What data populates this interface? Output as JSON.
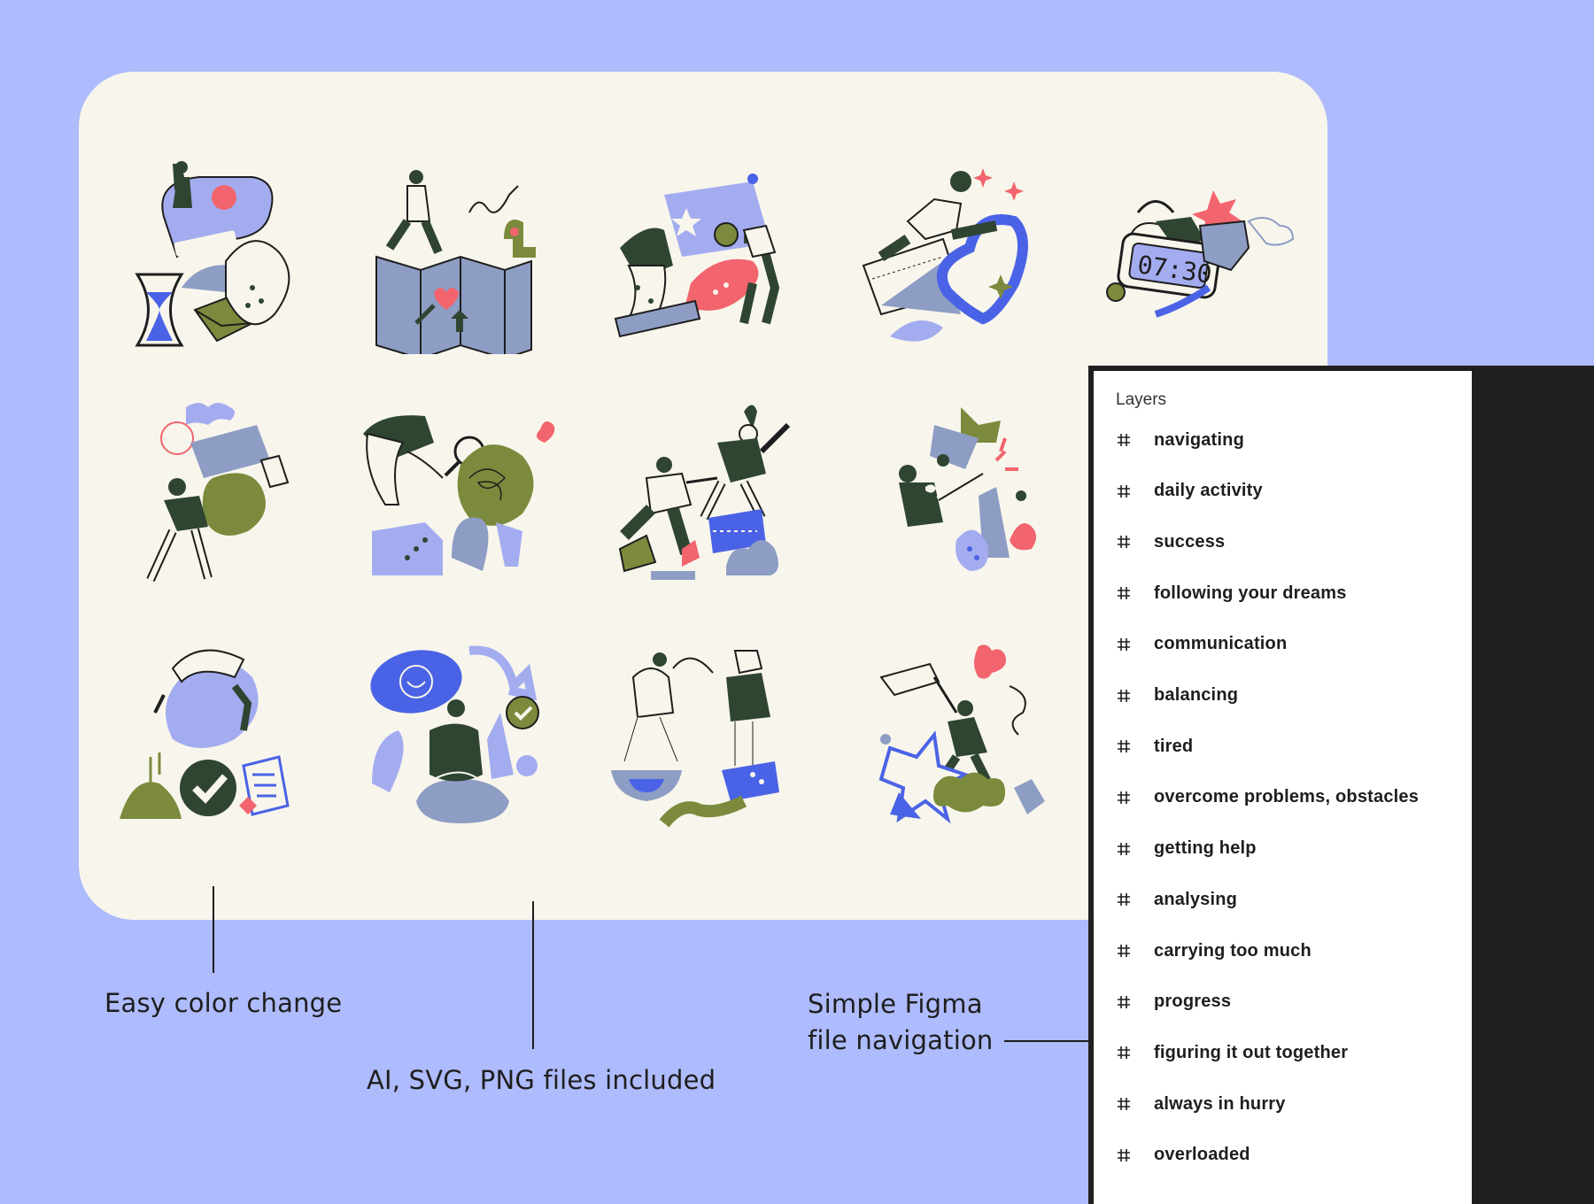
{
  "colors": {
    "background": "#aebbfc",
    "card": "#f8f6ec",
    "dark_green": "#2f4532",
    "olive": "#7b8a3c",
    "periwinkle": "#a4acf0",
    "blue": "#4a63e6",
    "coral": "#f2646e",
    "slate": "#8e9dc4",
    "panel_frame": "#1f1f1f"
  },
  "captions": {
    "color_change": "Easy color change",
    "files_included": "AI, SVG, PNG files included",
    "figma_nav_line1": "Simple Figma",
    "figma_nav_line2": "file navigation"
  },
  "layers_panel": {
    "title": "Layers",
    "items": [
      {
        "label": "navigating",
        "icon": "frame-hash-icon"
      },
      {
        "label": "daily activity",
        "icon": "frame-hash-icon"
      },
      {
        "label": "success",
        "icon": "frame-hash-icon"
      },
      {
        "label": "following your dreams",
        "icon": "frame-hash-icon"
      },
      {
        "label": "communication",
        "icon": "frame-hash-icon"
      },
      {
        "label": "balancing",
        "icon": "frame-hash-icon"
      },
      {
        "label": "tired",
        "icon": "frame-hash-icon"
      },
      {
        "label": "overcome problems, obstacles",
        "icon": "frame-hash-icon"
      },
      {
        "label": "getting help",
        "icon": "frame-hash-icon"
      },
      {
        "label": "analysing",
        "icon": "frame-hash-icon"
      },
      {
        "label": "carrying too much",
        "icon": "frame-hash-icon"
      },
      {
        "label": "progress",
        "icon": "frame-hash-icon"
      },
      {
        "label": "figuring it out together",
        "icon": "frame-hash-icon"
      },
      {
        "label": "always in hurry",
        "icon": "frame-hash-icon"
      },
      {
        "label": "overloaded",
        "icon": "frame-hash-icon"
      }
    ]
  },
  "illustrations": [
    {
      "name": "hourglass-waiting-illustration"
    },
    {
      "name": "map-navigation-illustration"
    },
    {
      "name": "picture-communication-illustration"
    },
    {
      "name": "heart-jump-illustration"
    },
    {
      "name": "alarm-clock-hurry-illustration",
      "clock_text": "07:30"
    },
    {
      "name": "carrying-boxes-illustration"
    },
    {
      "name": "magnifier-analysing-illustration"
    },
    {
      "name": "helping-climb-illustration"
    },
    {
      "name": "kick-obstacle-illustration"
    },
    {
      "name": "tired-rest-illustration"
    },
    {
      "name": "meditation-success-illustration"
    },
    {
      "name": "figuring-together-illustration"
    },
    {
      "name": "butterfly-net-dreams-illustration"
    }
  ]
}
